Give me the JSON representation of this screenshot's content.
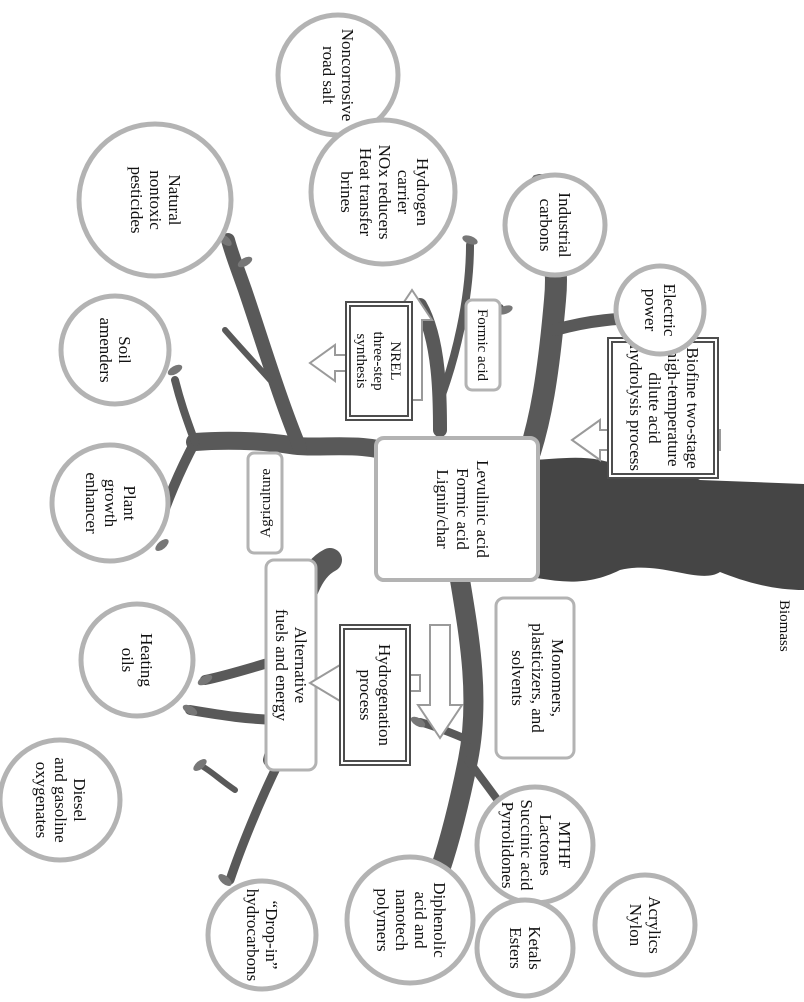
{
  "center": {
    "lines": [
      "Levulinic acid",
      "Formic acid",
      "Lignin/char"
    ]
  },
  "trunk_label": "Biomass",
  "branch_labels": {
    "agriculture": "Agriculture",
    "formic_acid": "Formic acid",
    "alt_fuels": [
      "Alternative",
      "fuels and energy"
    ],
    "monomers": [
      "Monomers,",
      "plasticizers, and",
      "solvents"
    ]
  },
  "processes": {
    "nrel": [
      "NREL",
      "three-step",
      "synthesis"
    ],
    "hydrogenation": [
      "Hydrogenation",
      "process"
    ],
    "biofine": [
      "Biofine two-stage",
      "high-temperature",
      "dilute acid",
      "hydrolysis process"
    ]
  },
  "products": {
    "plant_growth": [
      "Plant",
      "growth",
      "enhancer"
    ],
    "soil": [
      "Soil",
      "amenders"
    ],
    "pesticides": [
      "Natural",
      "nontoxic",
      "pesticides"
    ],
    "road_salt": [
      "Noncorrosive",
      "road salt"
    ],
    "hydrogen": [
      "Hydrogen",
      "carrier",
      "NOx reducers",
      "Heat transfer",
      "brines"
    ],
    "carbons": [
      "Industrial",
      "carbons"
    ],
    "electric": [
      "Electric",
      "power"
    ],
    "heating_oils": [
      "Heating",
      "oils"
    ],
    "diesel": [
      "Diesel",
      "and gasoline",
      "oxygenates"
    ],
    "dropin": [
      "“Drop-in”",
      "hydrocarbons"
    ],
    "diphenolic": [
      "Diphenolic",
      "acid and",
      "nanotech",
      "polymers"
    ],
    "mthf": [
      "MTHF",
      "Lactones",
      "Succinic acid",
      "Pyrrolidones"
    ],
    "acrylics": [
      "Acrylics",
      "Nylon"
    ],
    "ketals": [
      "Ketals",
      "Esters"
    ]
  }
}
